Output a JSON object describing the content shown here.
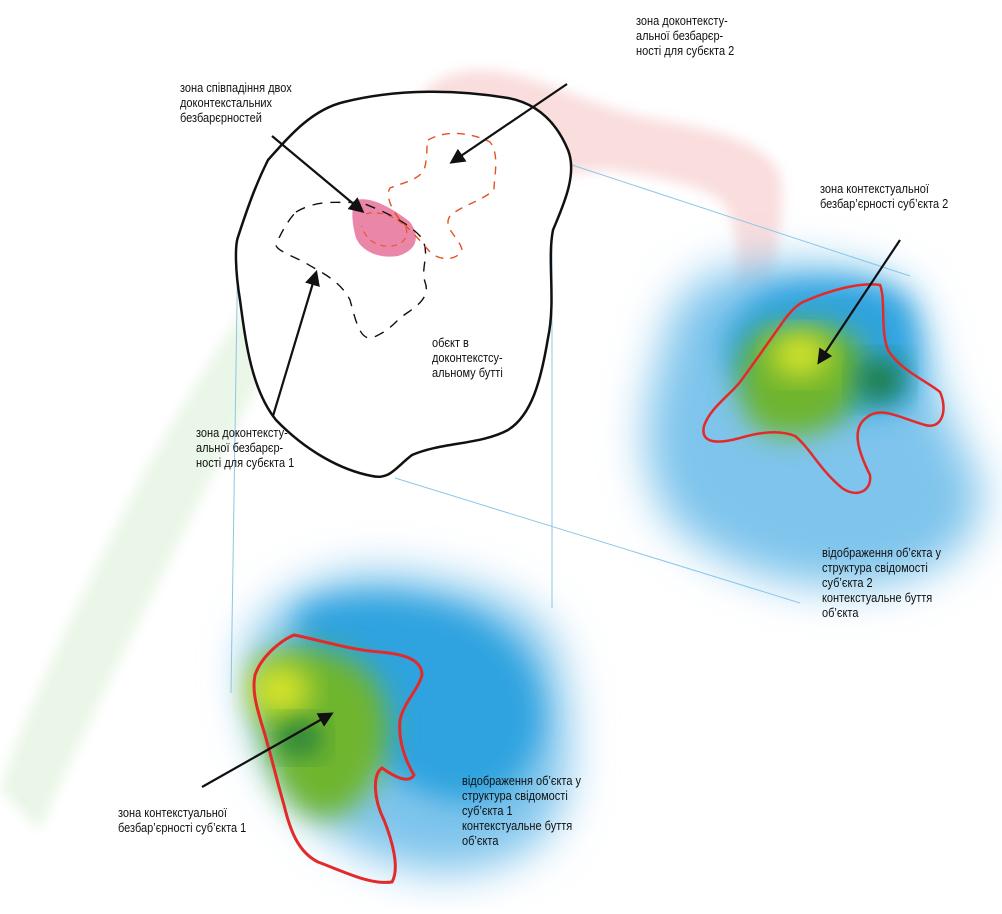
{
  "labels": {
    "top_right_precontext_zone": [
      "зона доконтексту-",
      "альної безбарєр-",
      "ності для субєкта 2"
    ],
    "coincidence_zone": [
      "зона співпадіння двох",
      "доконтекстальних",
      "безбарєрностей"
    ],
    "object_label": [
      "обєкт в",
      "доконтекстсу-",
      "альному бутті"
    ],
    "left_precontext_zone": [
      "зона доконтексту-",
      "альної безбарєр-",
      "ності для субєкта 1"
    ],
    "context_zone_subject2": [
      "зона контекстуальної",
      "безбар’єрності суб’єкта 2"
    ],
    "reflection_subject2": [
      "відображення об’єкта у",
      "структура свідомості",
      "суб’єкта 2",
      "контекстуальне буття",
      "об’єкта"
    ],
    "context_zone_subject1": [
      "зона контекстуальної",
      "безбар’єрності суб’єкта 1"
    ],
    "reflection_subject1": [
      "відображення об’єкта у",
      "структура свідомості",
      "суб’єкта 1",
      "контекстуальне буття",
      "об’єкта"
    ]
  },
  "colors": {
    "outline": "#111111",
    "arrow": "#111111",
    "red_zone": "#e32a2a",
    "pink_fill": "#e87aa0",
    "blue": "#2fa3df",
    "light_blue": "#7ec4ec",
    "green": "#6fb52f",
    "yellow": "#d7e32a",
    "dark_green": "#1f7a3c",
    "guide_line": "#8ec6e6",
    "hand_red": "#f6c2c2",
    "hand_green": "#d9efd4"
  }
}
